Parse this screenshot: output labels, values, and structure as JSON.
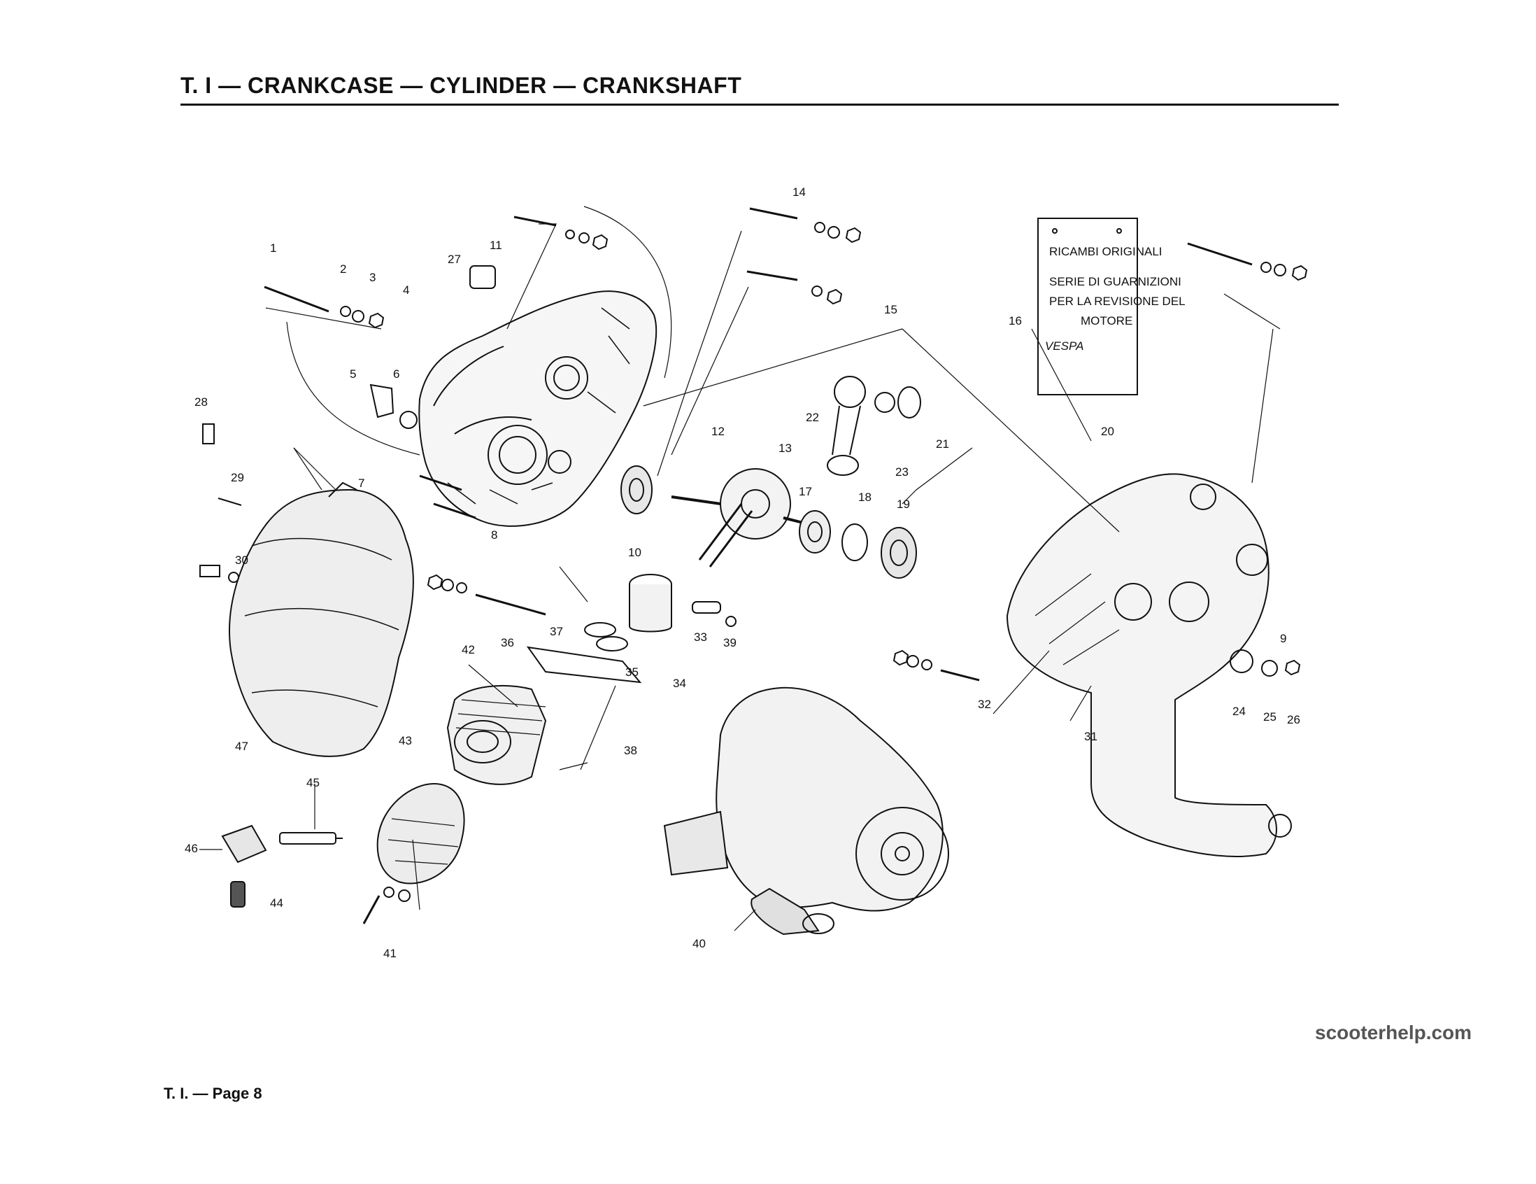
{
  "header": {
    "title": "T. I — CRANKCASE — CYLINDER — CRANKSHAFT"
  },
  "footer": {
    "page_label": "T. I. — Page 8"
  },
  "watermark": {
    "text": "scooterhelp.com"
  },
  "gasket_pouch": {
    "lines": [
      "RICAMBI ORIGINALI",
      "SERIE DI GUARNIZIONI",
      "PER LA REVISIONE DEL",
      "MOTORE"
    ],
    "brand": "VESPA"
  },
  "part_numbers": [
    "1",
    "2",
    "3",
    "4",
    "5",
    "6",
    "7",
    "8",
    "9",
    "10",
    "11",
    "12",
    "13",
    "14",
    "15",
    "16",
    "17",
    "18",
    "19",
    "20",
    "21",
    "22",
    "23",
    "24",
    "25",
    "26",
    "27",
    "28",
    "29",
    "30",
    "31",
    "32",
    "33",
    "34",
    "35",
    "36",
    "37",
    "38",
    "39",
    "40",
    "41",
    "42",
    "43",
    "44",
    "45",
    "46",
    "47"
  ]
}
